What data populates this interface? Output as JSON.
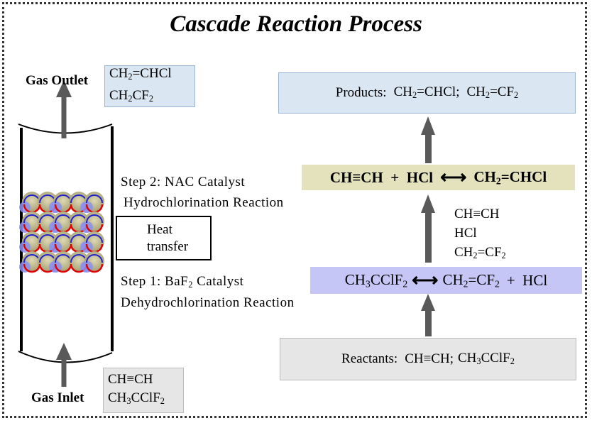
{
  "title": "Cascade Reaction Process",
  "outlet": {
    "label": "Gas Outlet",
    "gases": [
      {
        "a": "CH",
        "s": "2",
        "b": "=CHCl"
      },
      {
        "a": "CH",
        "s": "2",
        "b": "CF",
        "s2": "2"
      }
    ]
  },
  "inlet": {
    "label": "Gas Inlet",
    "gases": [
      {
        "a": "CH≡CH"
      },
      {
        "a": "CH",
        "s": "3",
        "b": "CClF",
        "s2": "2"
      }
    ]
  },
  "products": {
    "label": "Products:",
    "p1": {
      "a": "CH",
      "s": "2",
      "b": "=CHCl;"
    },
    "p2": {
      "a": "CH",
      "s": "2",
      "b": "=CF",
      "s2": "2"
    }
  },
  "hydro_eq": {
    "left": "CH≡CH  +  HCl",
    "right": {
      "a": "CH",
      "s": "2",
      "b": "=CHCl"
    }
  },
  "intermediates": {
    "i1": "CH≡CH",
    "i2": "HCl",
    "i3": {
      "a": "CH",
      "s": "2",
      "b": "=CF",
      "s2": "2"
    }
  },
  "dehydro_eq": {
    "left": {
      "a": "CH",
      "s": "3",
      "b": "CClF",
      "s2": "2"
    },
    "right": {
      "a": "CH",
      "s": "2",
      "b": "=CF",
      "s2": "2"
    },
    "tail": "+  HCl"
  },
  "reactants": {
    "label": "Reactants:",
    "r1": "CH≡CH;",
    "r2": {
      "a": "CH",
      "s": "3",
      "b": "CClF",
      "s2": "2"
    }
  },
  "step2": {
    "line1": "Step 2: NAC Catalyst",
    "line2": "Hydrochlorination  Reaction"
  },
  "step1": {
    "line1a": "Step 1: BaF",
    "sub": "2",
    "line1b": " Catalyst",
    "line2": "Dehydrochlorination Reaction"
  },
  "heat": {
    "line1": "Heat",
    "line2": "transfer"
  },
  "colors": {
    "arrow": "#595959",
    "heat_red": "#e00000",
    "heat_blue": "#2222cc",
    "sphere": "#c8c29a",
    "dot": "#8b90f0"
  }
}
